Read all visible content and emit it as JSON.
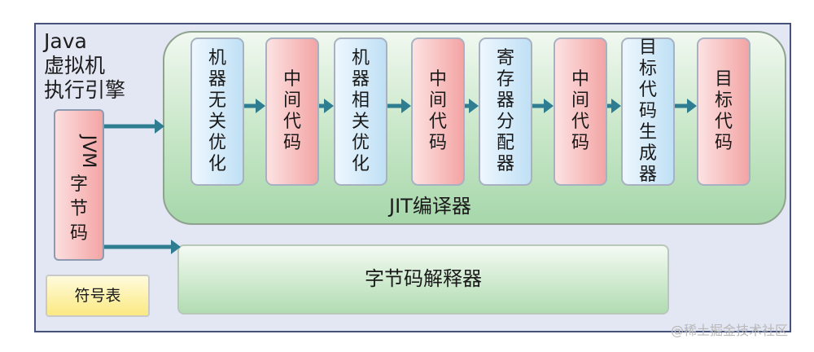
{
  "engine_title": [
    "Java",
    "虚拟机",
    "执行引擎"
  ],
  "bytecode_label": "JVM字节码",
  "symbol_table_label": "符号表",
  "jit_label": "JIT编译器",
  "interpreter_label": "字节码解释器",
  "pipeline": [
    {
      "label": "机器无关优化",
      "kind": "opt"
    },
    {
      "label": "中间代码",
      "kind": "ir"
    },
    {
      "label": "机器相关优化",
      "kind": "opt"
    },
    {
      "label": "中间代码",
      "kind": "ir"
    },
    {
      "label": "寄存器分配器",
      "kind": "opt"
    },
    {
      "label": "中间代码",
      "kind": "ir"
    },
    {
      "label": "目标代码生成器",
      "kind": "opt"
    },
    {
      "label": "目标代码",
      "kind": "ir"
    }
  ],
  "watermark": "@稀土掘金技术社区",
  "colors": {
    "frame_border": "#47527a",
    "arrow": "#2f7d90",
    "optimizer_box": "#bfe0f5",
    "intermediate_box": "#f3a4a4"
  }
}
